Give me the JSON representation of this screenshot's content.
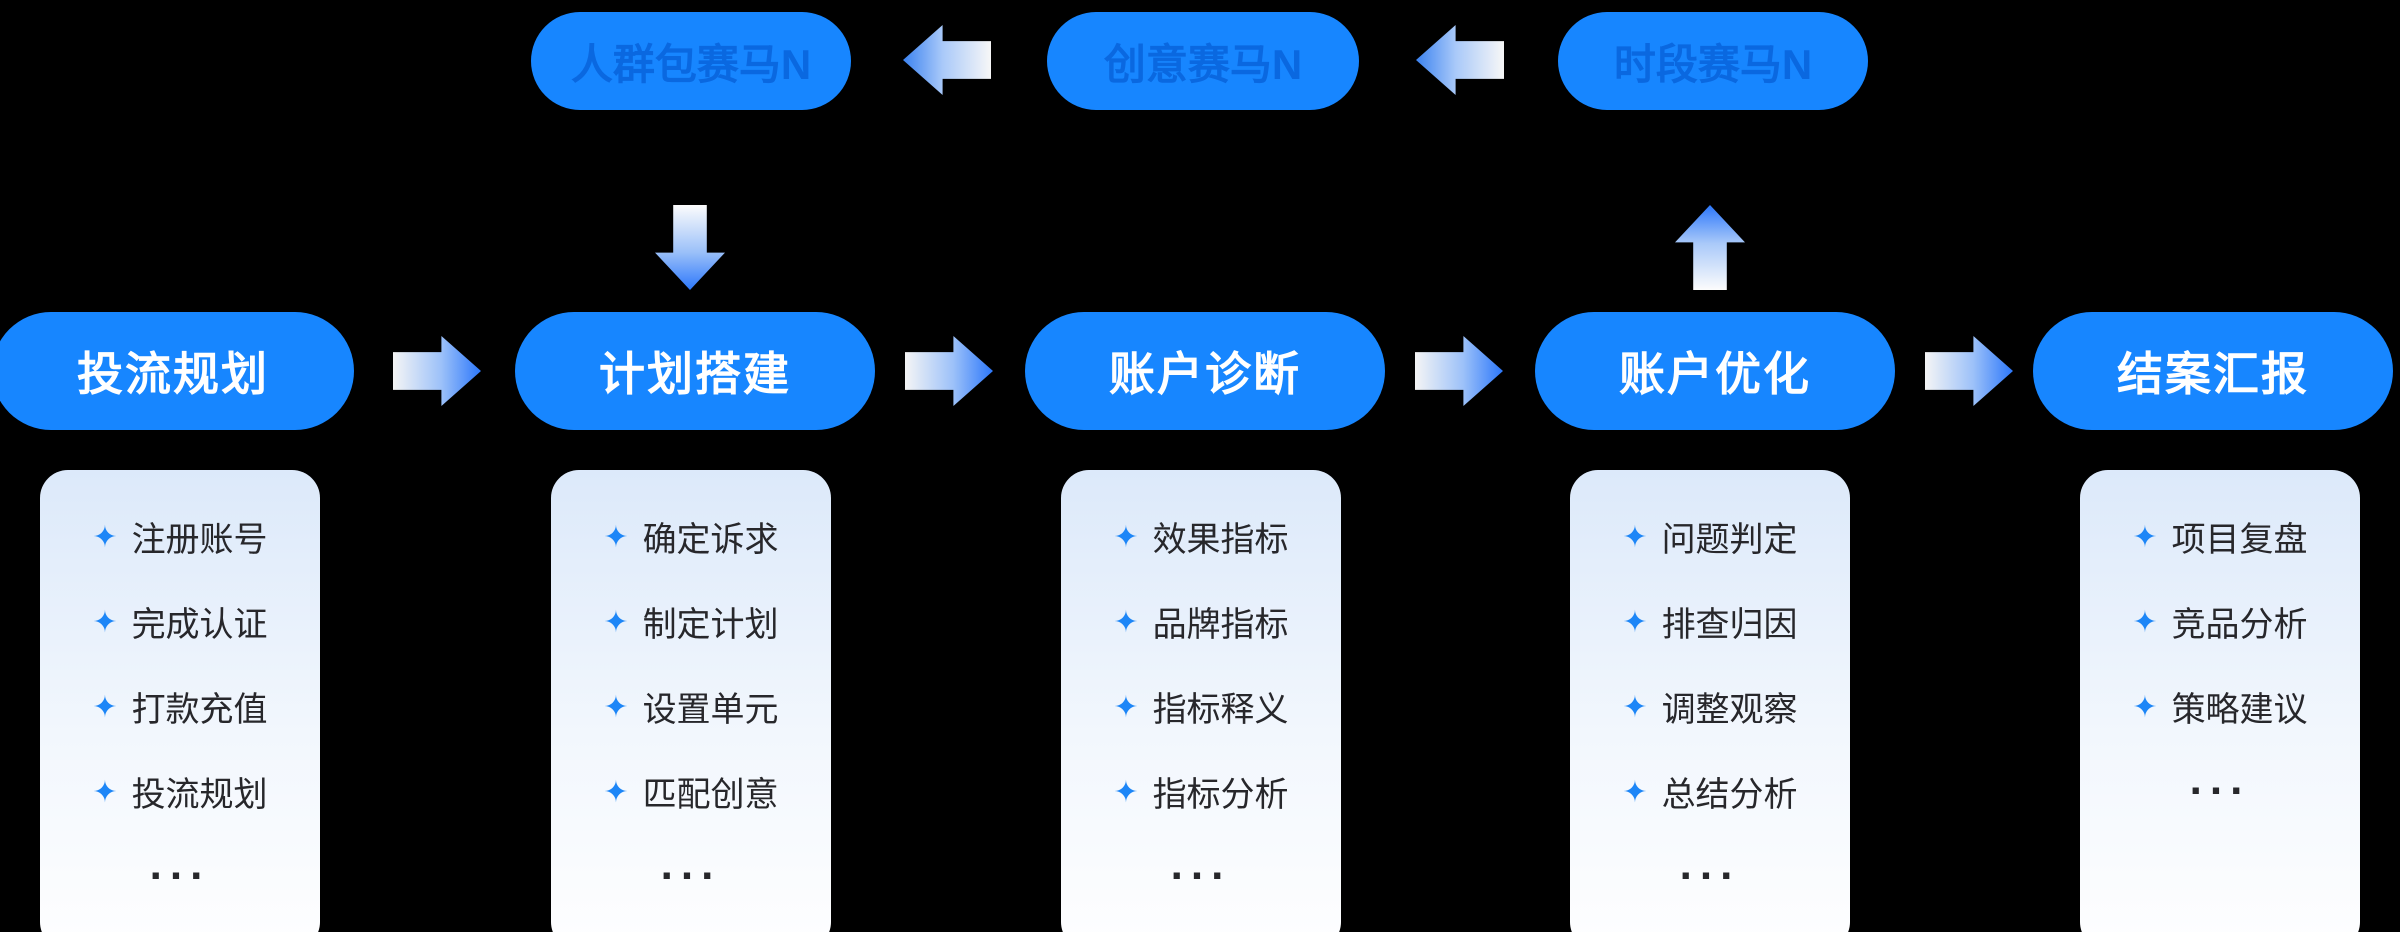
{
  "colors": {
    "pill_blue": "#1786FF",
    "top_pill_text_blue": "#0A68E0",
    "main_pill_text": "#FFFFFF",
    "arrow_blue": "#2C77FA",
    "arrow_light": "#F5F5F5",
    "card_gradient_top": "#DCE9FA",
    "card_gradient_bottom": "#FEFEFF",
    "bullet_blue": "#1D86F7",
    "item_text": "#27272B",
    "background": "#000000"
  },
  "icons": {
    "bullet": "✦"
  },
  "top_row": [
    {
      "label": "人群包赛马N"
    },
    {
      "label": "创意赛马N"
    },
    {
      "label": "时段赛马N"
    }
  ],
  "flow": [
    {
      "stage": "投流规划",
      "items": [
        "注册账号",
        "完成认证",
        "打款充值",
        "投流规划"
      ],
      "more": "..."
    },
    {
      "stage": "计划搭建",
      "items": [
        "确定诉求",
        "制定计划",
        "设置单元",
        "匹配创意"
      ],
      "more": "..."
    },
    {
      "stage": "账户诊断",
      "items": [
        "效果指标",
        "品牌指标",
        "指标释义",
        "指标分析"
      ],
      "more": "..."
    },
    {
      "stage": "账户优化",
      "items": [
        "问题判定",
        "排查归因",
        "调整观察",
        "总结分析"
      ],
      "more": "..."
    },
    {
      "stage": "结案汇报",
      "items": [
        "项目复盘",
        "竞品分析",
        "策略建议"
      ],
      "more": "..."
    }
  ]
}
